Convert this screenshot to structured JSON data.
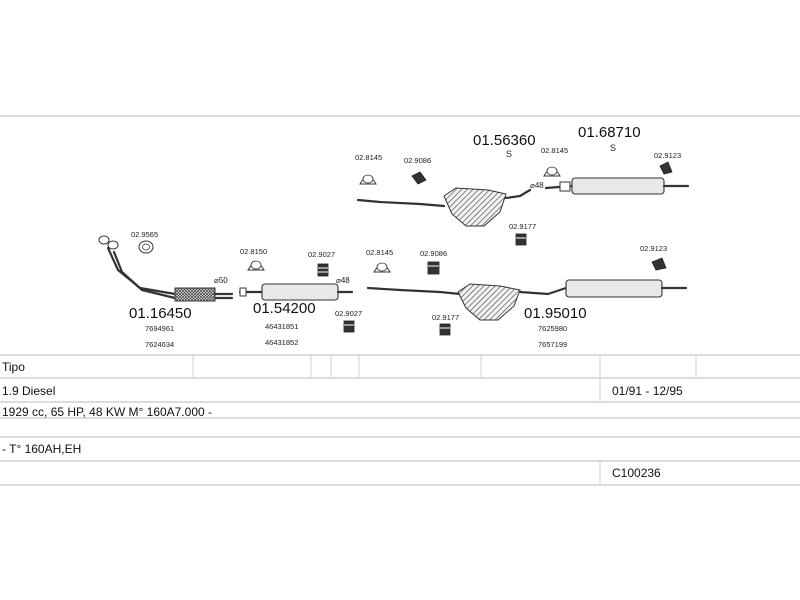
{
  "diagram": {
    "parts": {
      "front_pipe": {
        "number": "01.16450",
        "refs": [
          "7694961",
          "7624634"
        ],
        "diameter": "⌀50"
      },
      "intermediate": {
        "number": "01.54200",
        "refs": [
          "46431851",
          "46431852"
        ],
        "diameter": "⌀48"
      },
      "center_alt": {
        "number": "01.56360",
        "variant": "S",
        "diameter": "⌀48"
      },
      "rear_alt": {
        "number": "01.68710",
        "variant": "S"
      },
      "center_rear": {
        "number": "01.95010",
        "refs": [
          "7625980",
          "7657199"
        ]
      }
    },
    "small_parts": {
      "p_9565": "02.9565",
      "p_8150": "02.8150",
      "p_9027_a": "02.9027",
      "p_9027_b": "02.9027",
      "p_8145_a": "02.8145",
      "p_9086_a": "02.9086",
      "p_9177_a": "02.9177",
      "p_8145_b": "02.8145",
      "p_9086_b": "02.9086",
      "p_9177_b": "02.9177",
      "p_8145_c": "02.8145",
      "p_9123_a": "02.9123",
      "p_9123_b": "02.9123"
    }
  },
  "table": {
    "model": "Tipo",
    "engine": "1.9 Diesel",
    "years": "01/91 - 12/95",
    "spec": "1929 cc, 65 HP, 48 KW M° 160A7.000 -",
    "type": "- T° 160AH,EH",
    "code": "C100236"
  }
}
